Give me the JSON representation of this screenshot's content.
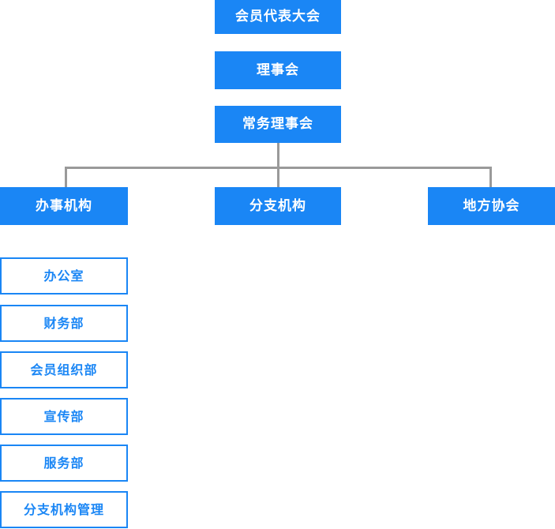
{
  "chart_data": {
    "type": "diagram",
    "title": "",
    "orientation": "top-down",
    "node_style": {
      "solid_fill": "#1a86f5",
      "solid_text": "#ffffff",
      "outline_border": "#1a86f5",
      "outline_text": "#1a86f5",
      "outline_fill": "#ffffff",
      "connector_color": "#9a9a9a",
      "background": "#ffffff"
    },
    "hierarchy": [
      {
        "id": "assembly",
        "label": "会员代表大会",
        "level": 1,
        "style": "solid"
      },
      {
        "id": "board",
        "label": "理事会",
        "level": 2,
        "style": "solid"
      },
      {
        "id": "standing",
        "label": "常务理事会",
        "level": 3,
        "style": "solid"
      },
      {
        "id": "office-org",
        "label": "办事机构",
        "level": 4,
        "style": "solid",
        "parent": "standing"
      },
      {
        "id": "branch",
        "label": "分支机构",
        "level": 4,
        "style": "solid",
        "parent": "standing"
      },
      {
        "id": "local",
        "label": "地方协会",
        "level": 4,
        "style": "solid",
        "parent": "standing"
      },
      {
        "id": "dept-0",
        "label": "办公室",
        "level": 5,
        "style": "outline",
        "parent": "office-org"
      },
      {
        "id": "dept-1",
        "label": "财务部",
        "level": 5,
        "style": "outline",
        "parent": "office-org"
      },
      {
        "id": "dept-2",
        "label": "会员组织部",
        "level": 5,
        "style": "outline",
        "parent": "office-org"
      },
      {
        "id": "dept-3",
        "label": "宣传部",
        "level": 5,
        "style": "outline",
        "parent": "office-org"
      },
      {
        "id": "dept-4",
        "label": "服务部",
        "level": 5,
        "style": "outline",
        "parent": "office-org"
      },
      {
        "id": "dept-5",
        "label": "分支机构管理",
        "level": 5,
        "style": "outline",
        "parent": "office-org"
      }
    ]
  },
  "top_column": {
    "assembly": "会员代表大会",
    "board": "理事会",
    "standing": "常务理事会"
  },
  "second_row": {
    "office_org": "办事机构",
    "branch": "分支机构",
    "local": "地方协会"
  },
  "departments": [
    {
      "label": "办公室"
    },
    {
      "label": "财务部"
    },
    {
      "label": "会员组织部"
    },
    {
      "label": "宣传部"
    },
    {
      "label": "服务部"
    },
    {
      "label": "分支机构管理"
    }
  ]
}
